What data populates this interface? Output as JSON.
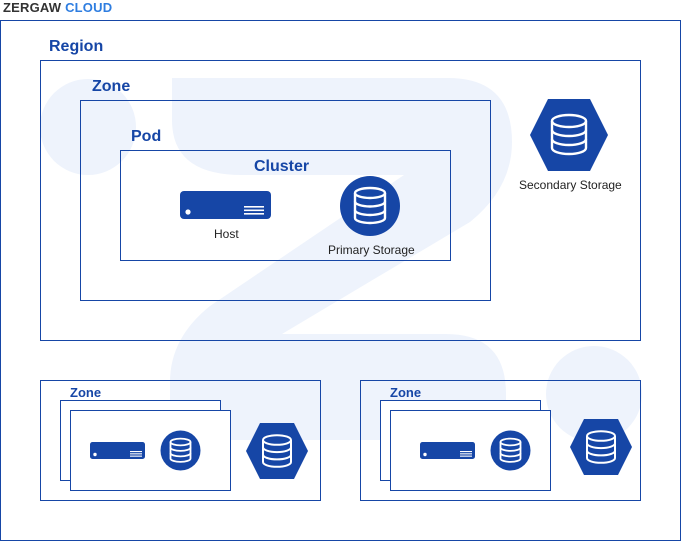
{
  "brand": {
    "name_part1": "ZERGAW",
    "name_part2": "CLOUD"
  },
  "colors": {
    "primary": "#1646a6",
    "accent": "#2e7de0",
    "watermark": "#eef3fc"
  },
  "diagram": {
    "region_label": "Region",
    "zone_label": "Zone",
    "pod_label": "Pod",
    "cluster_label": "Cluster",
    "host_label": "Host",
    "primary_storage_label": "Primary Storage",
    "secondary_storage_label": "Secondary Storage",
    "zone_left_label": "Zone",
    "zone_right_label": "Zone"
  },
  "icons": {
    "host": "server-icon",
    "primary_storage": "database-circle-icon",
    "secondary_storage": "database-hexagon-icon",
    "watermark": "zergaw-logo-watermark"
  }
}
